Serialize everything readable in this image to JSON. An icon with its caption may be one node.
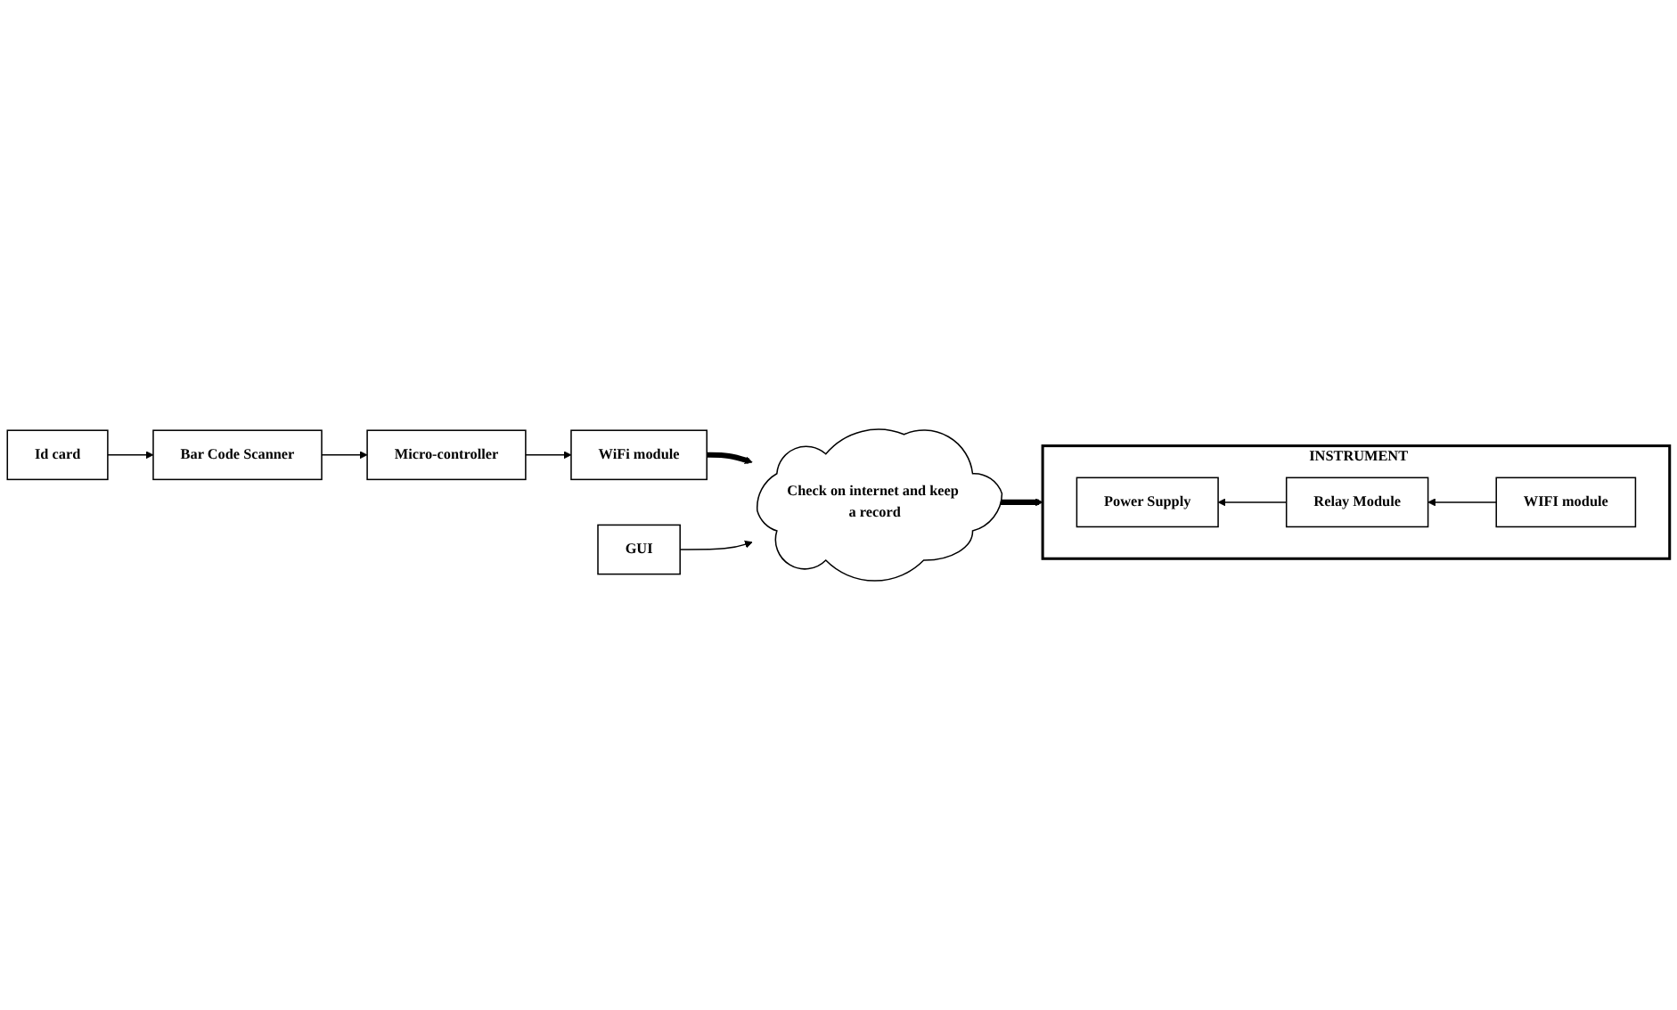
{
  "diagram": {
    "nodes": [
      {
        "text": [
          "Bar Code Scanner"
        ]
      },
      {
        "text": [
          "Micro-controller"
        ]
      },
      {
        "text": [
          "WiFi module"
        ]
      },
      {
        "text": [
          "Id card"
        ]
      },
      {
        "text": [
          "GUI"
        ]
      },
      {
        "text": [
          "Check on internet and keep a record"
        ]
      },
      {
        "text": [
          "INSTRUMENT"
        ]
      },
      {
        "text": [
          "Power Supply"
        ],
        "in": 6
      },
      {
        "text": [
          "Relay Module"
        ],
        "in": 6
      },
      {
        "text": [
          "WIFI module"
        ],
        "in": 6
      }
    ],
    "edges": [
      {
        "from": 0,
        "to": 1,
        "arrow": "to"
      },
      {
        "from": 1,
        "to": 2,
        "arrow": "to"
      },
      {
        "from": 3,
        "to": 0,
        "arrow": "to"
      },
      {
        "from": 2,
        "to": 5,
        "arrow": "to",
        "style": "thick"
      },
      {
        "from": 4,
        "to": 5,
        "arrow": "to"
      },
      {
        "from": 5,
        "to": 6,
        "arrow": "to",
        "style": "thick"
      },
      {
        "from": 9,
        "to": 8,
        "arrow": "to"
      },
      {
        "from": 8,
        "to": 7,
        "arrow": "to"
      }
    ]
  }
}
